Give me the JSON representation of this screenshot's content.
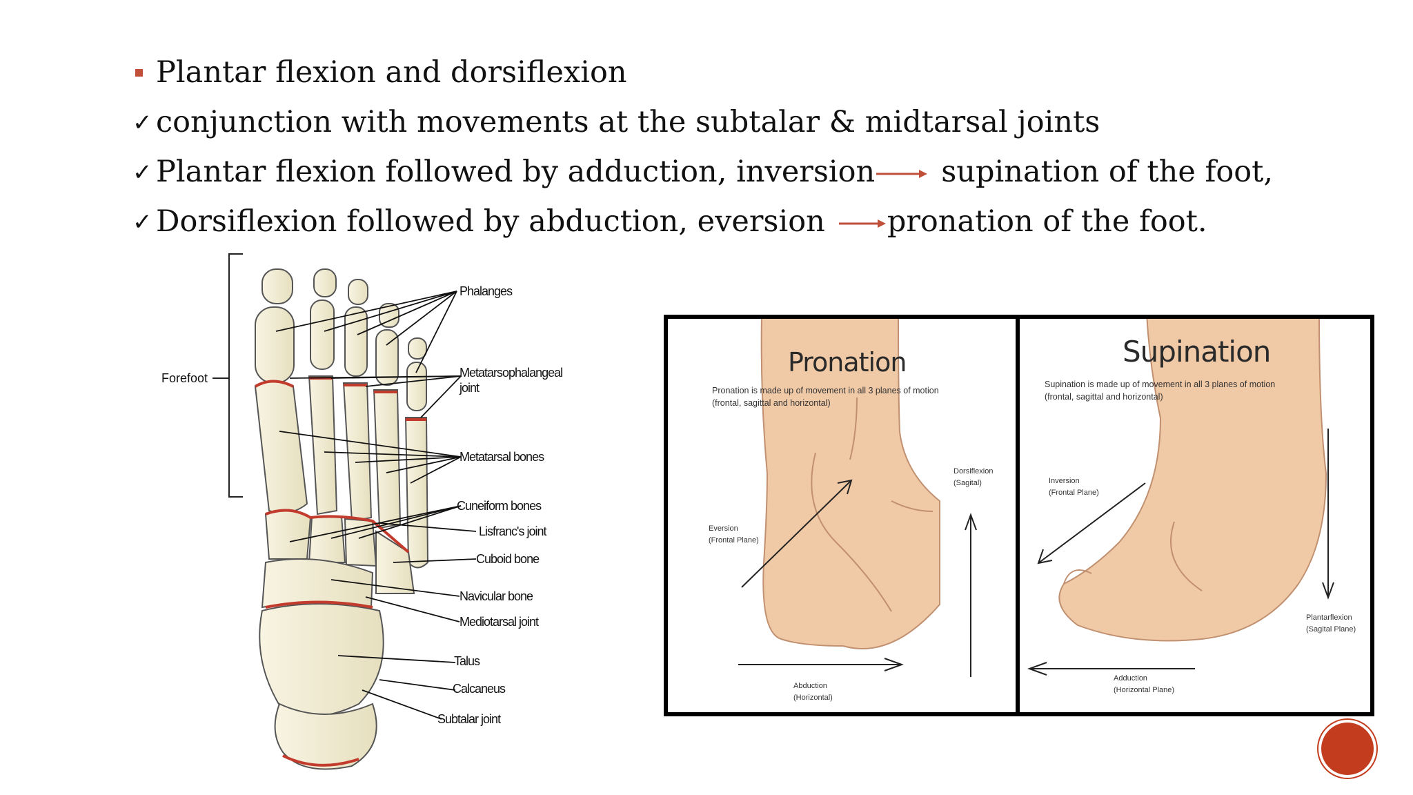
{
  "bullets": [
    {
      "marker": "square",
      "text": "Plantar flexion and dorsiflexion"
    },
    {
      "marker": "check",
      "text": "conjunction with movements at the subtalar & midtarsal joints"
    },
    {
      "marker": "check",
      "text_before": "Plantar flexion followed by adduction, inversion",
      "text_after": "supination of the foot,"
    },
    {
      "marker": "check",
      "text_before": "Dorsiflexion followed by abduction, eversion",
      "text_after": "pronation of the foot."
    }
  ],
  "check_glyph": "✓",
  "accent_color": "#c0503a",
  "foot_diagram": {
    "forefoot": "Forefoot",
    "labels": {
      "phalanges": "Phalanges",
      "mtp_1": "Metatarsophalangeal",
      "mtp_2": "joint",
      "metatarsal": "Metatarsal bones",
      "cuneiform": "Cuneiform bones",
      "lisfranc": "Lisfranc's joint",
      "cuboid": "Cuboid bone",
      "navicular": "Navicular bone",
      "mediotarsal": "Mediotarsal joint",
      "talus": "Talus",
      "calcaneus": "Calcaneus",
      "subtalar": "Subtalar joint"
    }
  },
  "motion_panels": {
    "pronation": {
      "title": "Pronation",
      "desc_1": "Pronation is made up of movement in all 3 planes of motion",
      "desc_2": "(frontal, sagittal and horizontal)",
      "eversion_1": "Eversion",
      "eversion_2": "(Frontal Plane)",
      "dorsiflexion_1": "Dorsiflexion",
      "dorsiflexion_2": "(Sagital)",
      "abduction_1": "Abduction",
      "abduction_2": "(Horizontal)"
    },
    "supination": {
      "title": "Supination",
      "desc_1": "Supination is made up of movement in all 3 planes of motion",
      "desc_2": "(frontal, sagittal and horizontal)",
      "inversion_1": "Inversion",
      "inversion_2": "(Frontal Plane)",
      "plantarflexion_1": "Plantarflexion",
      "plantarflexion_2": "(Sagital Plane)",
      "adduction_1": "Adduction",
      "adduction_2": "(Horizontal Plane)"
    }
  }
}
